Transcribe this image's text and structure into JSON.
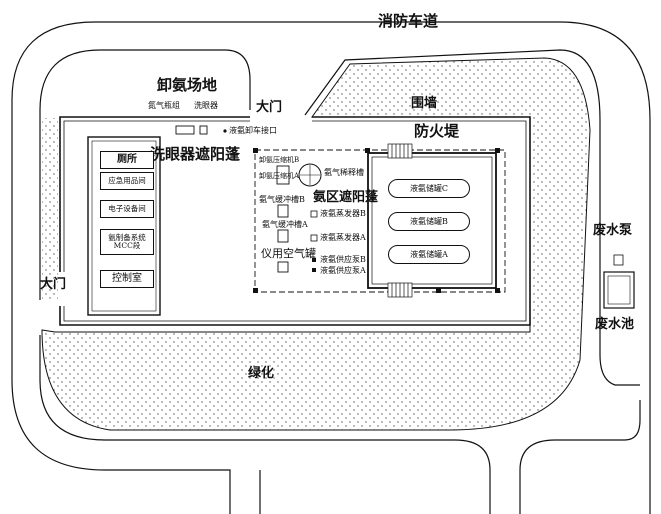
{
  "labels": {
    "fire_road": "消防车道",
    "unloading_site": "卸氨场地",
    "nitrogen_cylinders": "氮气瓶组",
    "eyewash": "洗眼器",
    "gate_top": "大门",
    "unloading_connector": "液氨卸车接口",
    "wall": "围墙",
    "dike": "防火堤",
    "eyewash_shade": "洗眼器遮阳蓬",
    "ammonia_shade": "氨区遮阳蓬",
    "gate_left": "大门",
    "greening": "绿化",
    "waste_pump": "废水泵",
    "waste_pool": "废水池"
  },
  "rooms": [
    {
      "label": "厕所"
    },
    {
      "label": "应急用品间"
    },
    {
      "label": "电子设备间"
    },
    {
      "label": "氨制备系统MCC段"
    },
    {
      "label": "控制室"
    }
  ],
  "equipment": {
    "compressor_b": "卸氨压缩机B",
    "compressor_a": "卸氨压缩机A",
    "dilution_tank": "氨气稀释槽",
    "buffer_b": "氨气缓冲槽B",
    "buffer_a": "氨气缓冲槽A",
    "evaporator_b": "液氨蒸发器B",
    "evaporator_a": "液氨蒸发器A",
    "air_tank": "仪用空气罐",
    "pump_b": "液氨供应泵B",
    "pump_a": "液氨供应泵A"
  },
  "tanks": [
    {
      "label": "液氨储罐C"
    },
    {
      "label": "液氨储罐B"
    },
    {
      "label": "液氨储罐A"
    }
  ]
}
